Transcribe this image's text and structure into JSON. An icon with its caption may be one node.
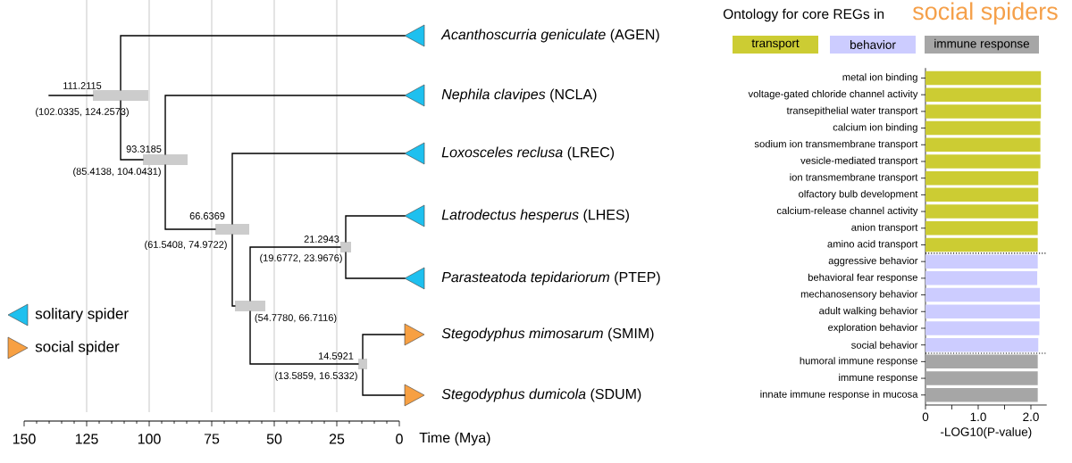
{
  "diagram": {
    "nodes": [
      {
        "text": [],
        "shape": "bar",
        "beside": [
          "111.2115",
          "(102.0335, 124.2573)"
        ]
      },
      {
        "text": [],
        "shape": "left-triangle",
        "beside": [
          "*Acanthoscurria geniculate* (AGEN)"
        ]
      },
      {
        "text": [],
        "shape": "bar",
        "beside": [
          "93.3185",
          "(85.4138, 104.0431)"
        ]
      },
      {
        "text": [],
        "shape": "left-triangle",
        "beside": [
          "*Nephila clavipes* (NCLA)"
        ]
      },
      {
        "text": [],
        "shape": "bar",
        "beside": [
          "66.6369",
          "(61.5408, 74.9722)"
        ]
      },
      {
        "text": [],
        "shape": "left-triangle",
        "beside": [
          "*Loxosceles reclusa* (LREC)"
        ]
      },
      {
        "text": [],
        "shape": "bar",
        "beside": [
          "(54.7780, 66.7116)"
        ]
      },
      {
        "text": [],
        "shape": "bar",
        "beside": [
          "21.2943",
          "(19.6772, 23.9676)"
        ]
      },
      {
        "text": [],
        "shape": "left-triangle",
        "beside": [
          "*Latrodectus hesperus* (LHES)"
        ]
      },
      {
        "text": [],
        "shape": "left-triangle",
        "beside": [
          "*Parasteatoda tepidariorum* (PTEP)"
        ]
      },
      {
        "text": [],
        "shape": "bar",
        "beside": [
          "14.5921",
          "(13.5859, 16.5332)"
        ]
      },
      {
        "text": [],
        "shape": "right-triangle",
        "beside": [
          "*Stegodyphus mimosarum* (SMIM)"
        ]
      },
      {
        "text": [],
        "shape": "right-triangle",
        "beside": [
          "*Stegodyphus dumicola* (SDUM)"
        ]
      }
    ],
    "edges": [
      {
        "from": null,
        "to": 0,
        "arrow": "none"
      },
      {
        "from": 0,
        "to": 1,
        "arrow": "none"
      },
      {
        "from": 0,
        "to": 2,
        "arrow": "none"
      },
      {
        "from": 2,
        "to": 3,
        "arrow": "none"
      },
      {
        "from": 2,
        "to": 4,
        "arrow": "none"
      },
      {
        "from": 4,
        "to": 5,
        "arrow": "none"
      },
      {
        "from": 4,
        "to": 6,
        "arrow": "none"
      },
      {
        "from": 6,
        "to": 7,
        "arrow": "none"
      },
      {
        "from": 7,
        "to": 8,
        "arrow": "none"
      },
      {
        "from": 7,
        "to": 9,
        "arrow": "none"
      },
      {
        "from": 6,
        "to": 10,
        "arrow": "none"
      },
      {
        "from": 10,
        "to": 11,
        "arrow": "none"
      },
      {
        "from": 10,
        "to": 12,
        "arrow": "none"
      }
    ],
    "labels": [
      "150",
      "125",
      "100",
      "75",
      "50",
      "25",
      "0",
      "Time (Mya)",
      "social spiders"
    ],
    "legend": [
      {
        "text": "solitary spider",
        "color": "#1ec0ef"
      },
      {
        "text": "social spider",
        "color": "#f7a043"
      },
      {
        "text": "transport",
        "color": "#cccc33"
      },
      {
        "text": "behavior",
        "color": "#ccccff"
      },
      {
        "text": "immune response",
        "color": "#a6a6a6"
      }
    ],
    "chart_data": {
      "type": "bar",
      "orientation": "horizontal",
      "title": "Ontology for core REGs in",
      "xlabel": "-LOG10(P-value)",
      "categories": [
        "metal ion binding",
        "voltage-gated chloride channel activity",
        "transepithelial water transport",
        "calcium ion binding",
        "sodium ion transmembrane transport",
        "vesicle-mediated transport",
        "ion transmembrane transport",
        "olfactory bulb development",
        "calcium-release channel activity",
        "anion transport",
        "amino acid transport",
        "aggressive behavior",
        "behavioral fear response",
        "mechanosensory behavior",
        "adult walking behavior",
        "exploration behavior",
        "social behavior",
        "humoral immune response",
        "immune response",
        "innate immune response in mucosa"
      ],
      "series": [
        {
          "color": "#cccc33",
          "values": [
            2.19,
            2.19,
            2.19,
            2.18,
            2.18,
            2.18,
            2.14,
            2.14,
            2.14,
            2.13,
            2.13,
            null,
            null,
            null,
            null,
            null,
            null,
            null,
            null,
            null
          ]
        },
        {
          "color": "#ccccff",
          "values": [
            null,
            null,
            null,
            null,
            null,
            null,
            null,
            null,
            null,
            null,
            null,
            2.13,
            2.12,
            2.17,
            2.17,
            2.16,
            2.14,
            null,
            null,
            null
          ]
        },
        {
          "color": "#a6a6a6",
          "values": [
            null,
            null,
            null,
            null,
            null,
            null,
            null,
            null,
            null,
            null,
            null,
            null,
            null,
            null,
            null,
            null,
            null,
            2.13,
            2.13,
            2.13
          ]
        }
      ],
      "xlim": [
        0,
        2.3
      ],
      "xticks": [
        {
          "value": 0,
          "label": "0"
        },
        {
          "value": 1,
          "label": "1.0"
        },
        {
          "value": 2,
          "label": "2.0"
        }
      ]
    }
  }
}
